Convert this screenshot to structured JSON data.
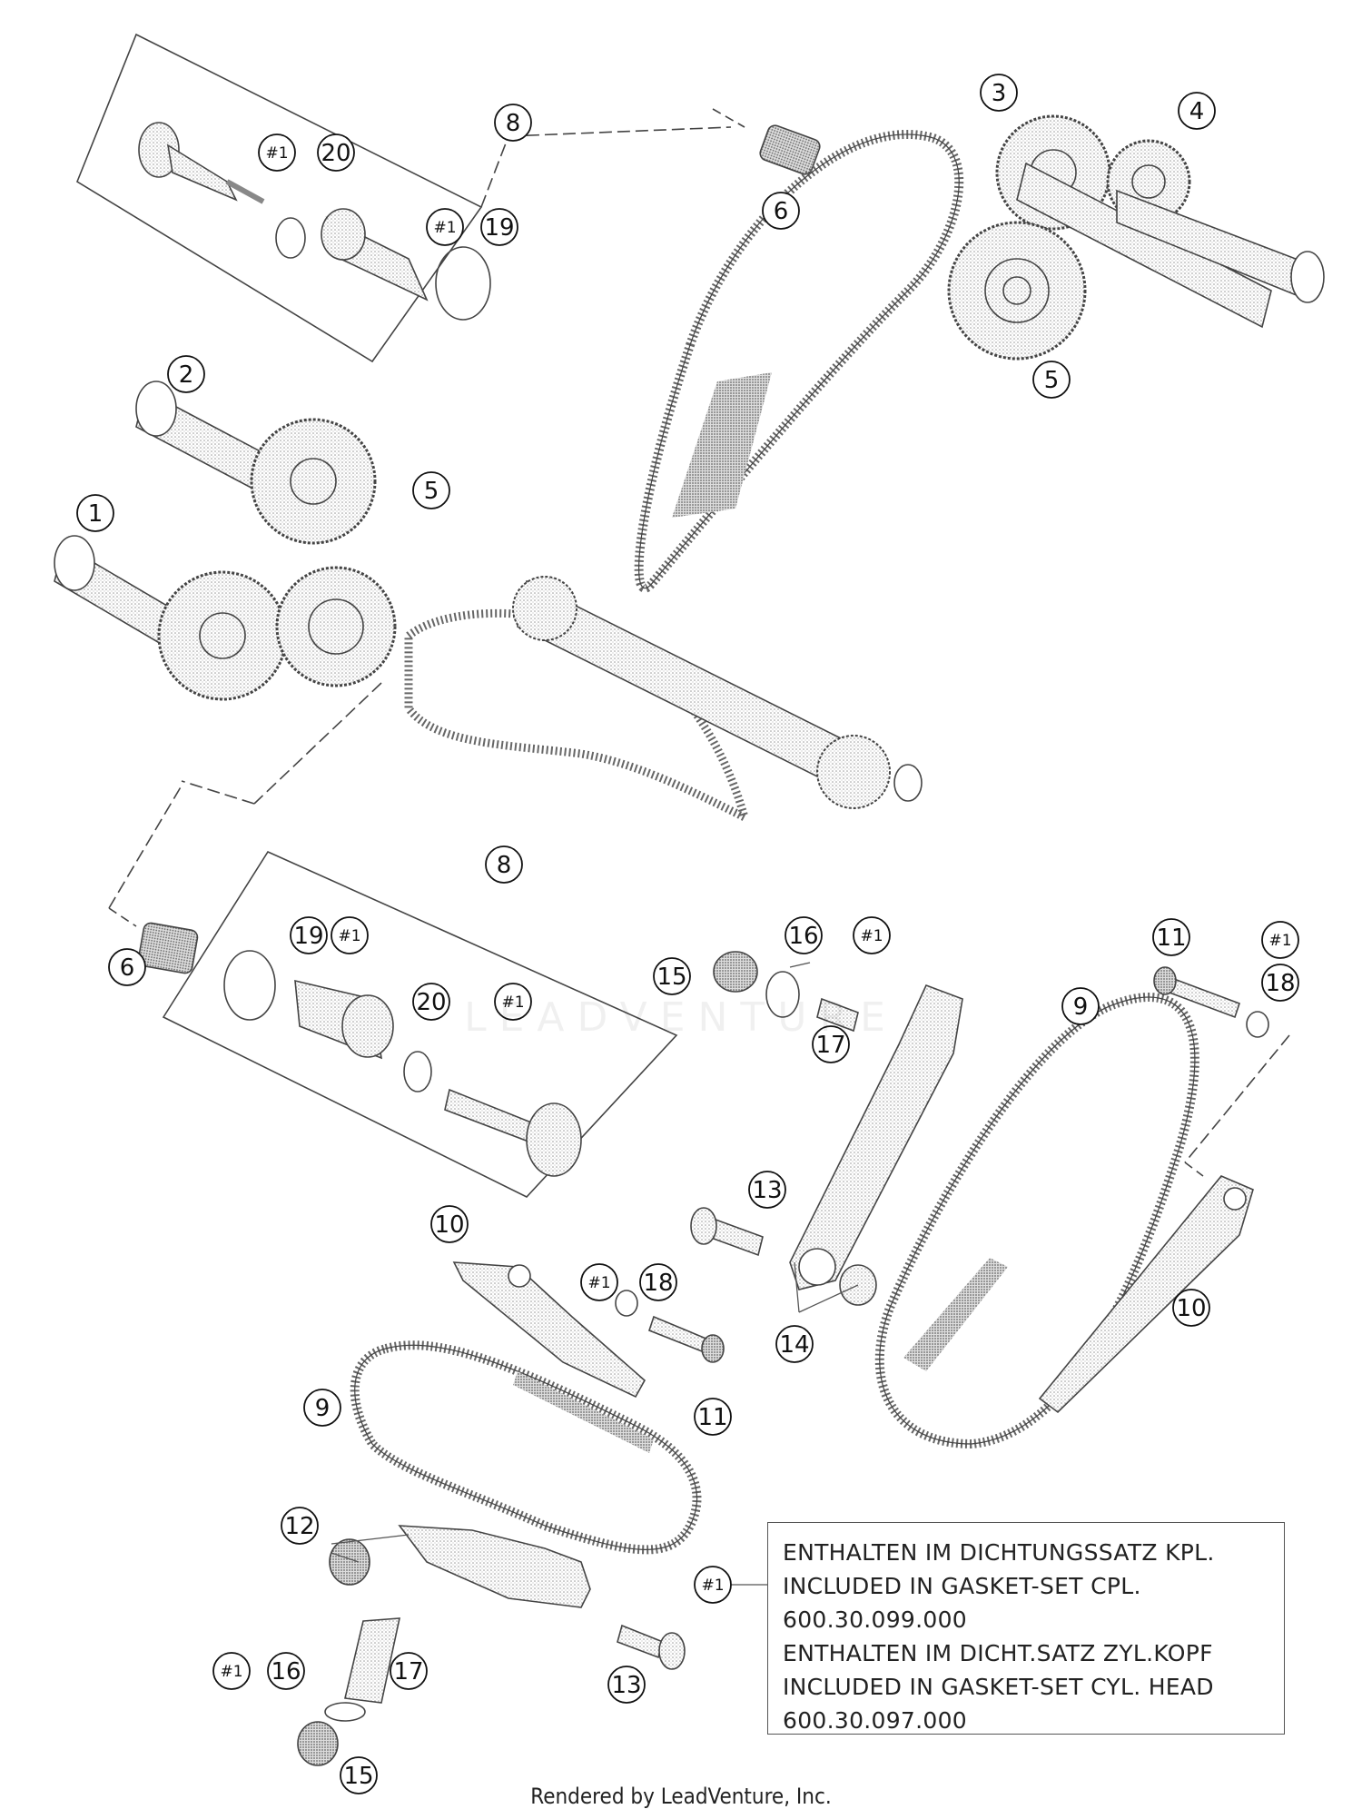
{
  "callouts": [
    {
      "id": "c1",
      "label": "1"
    },
    {
      "id": "c2",
      "label": "2"
    },
    {
      "id": "c3",
      "label": "3"
    },
    {
      "id": "c4",
      "label": "4"
    },
    {
      "id": "c5a",
      "label": "5"
    },
    {
      "id": "c5b",
      "label": "5"
    },
    {
      "id": "c6a",
      "label": "6"
    },
    {
      "id": "c6b",
      "label": "6"
    },
    {
      "id": "c8a",
      "label": "8"
    },
    {
      "id": "c8b",
      "label": "8"
    },
    {
      "id": "c9a",
      "label": "9"
    },
    {
      "id": "c9b",
      "label": "9"
    },
    {
      "id": "c10a",
      "label": "10"
    },
    {
      "id": "c10b",
      "label": "10"
    },
    {
      "id": "c11a",
      "label": "11"
    },
    {
      "id": "c11b",
      "label": "11"
    },
    {
      "id": "c12",
      "label": "12"
    },
    {
      "id": "c13a",
      "label": "13"
    },
    {
      "id": "c13b",
      "label": "13"
    },
    {
      "id": "c14",
      "label": "14"
    },
    {
      "id": "c15a",
      "label": "15"
    },
    {
      "id": "c15b",
      "label": "15"
    },
    {
      "id": "c16a",
      "label": "16"
    },
    {
      "id": "c16b",
      "label": "16"
    },
    {
      "id": "c17a",
      "label": "17"
    },
    {
      "id": "c17b",
      "label": "17"
    },
    {
      "id": "c18a",
      "label": "18"
    },
    {
      "id": "c18b",
      "label": "18"
    },
    {
      "id": "c19a",
      "label": "19"
    },
    {
      "id": "c19b",
      "label": "19"
    },
    {
      "id": "c20a",
      "label": "20"
    },
    {
      "id": "c20b",
      "label": "20"
    }
  ],
  "hash_marker": "#1",
  "note": {
    "lines": [
      "ENTHALTEN IM DICHTUNGSSATZ KPL.",
      "INCLUDED IN GASKET-SET CPL.",
      "600.30.099.000",
      "ENTHALTEN IM DICHT.SATZ ZYL.KOPF",
      "INCLUDED IN GASKET-SET CYL. HEAD",
      "600.30.097.000"
    ]
  },
  "watermark": "LEADVENTURE",
  "footer": "Rendered by LeadVenture, Inc."
}
